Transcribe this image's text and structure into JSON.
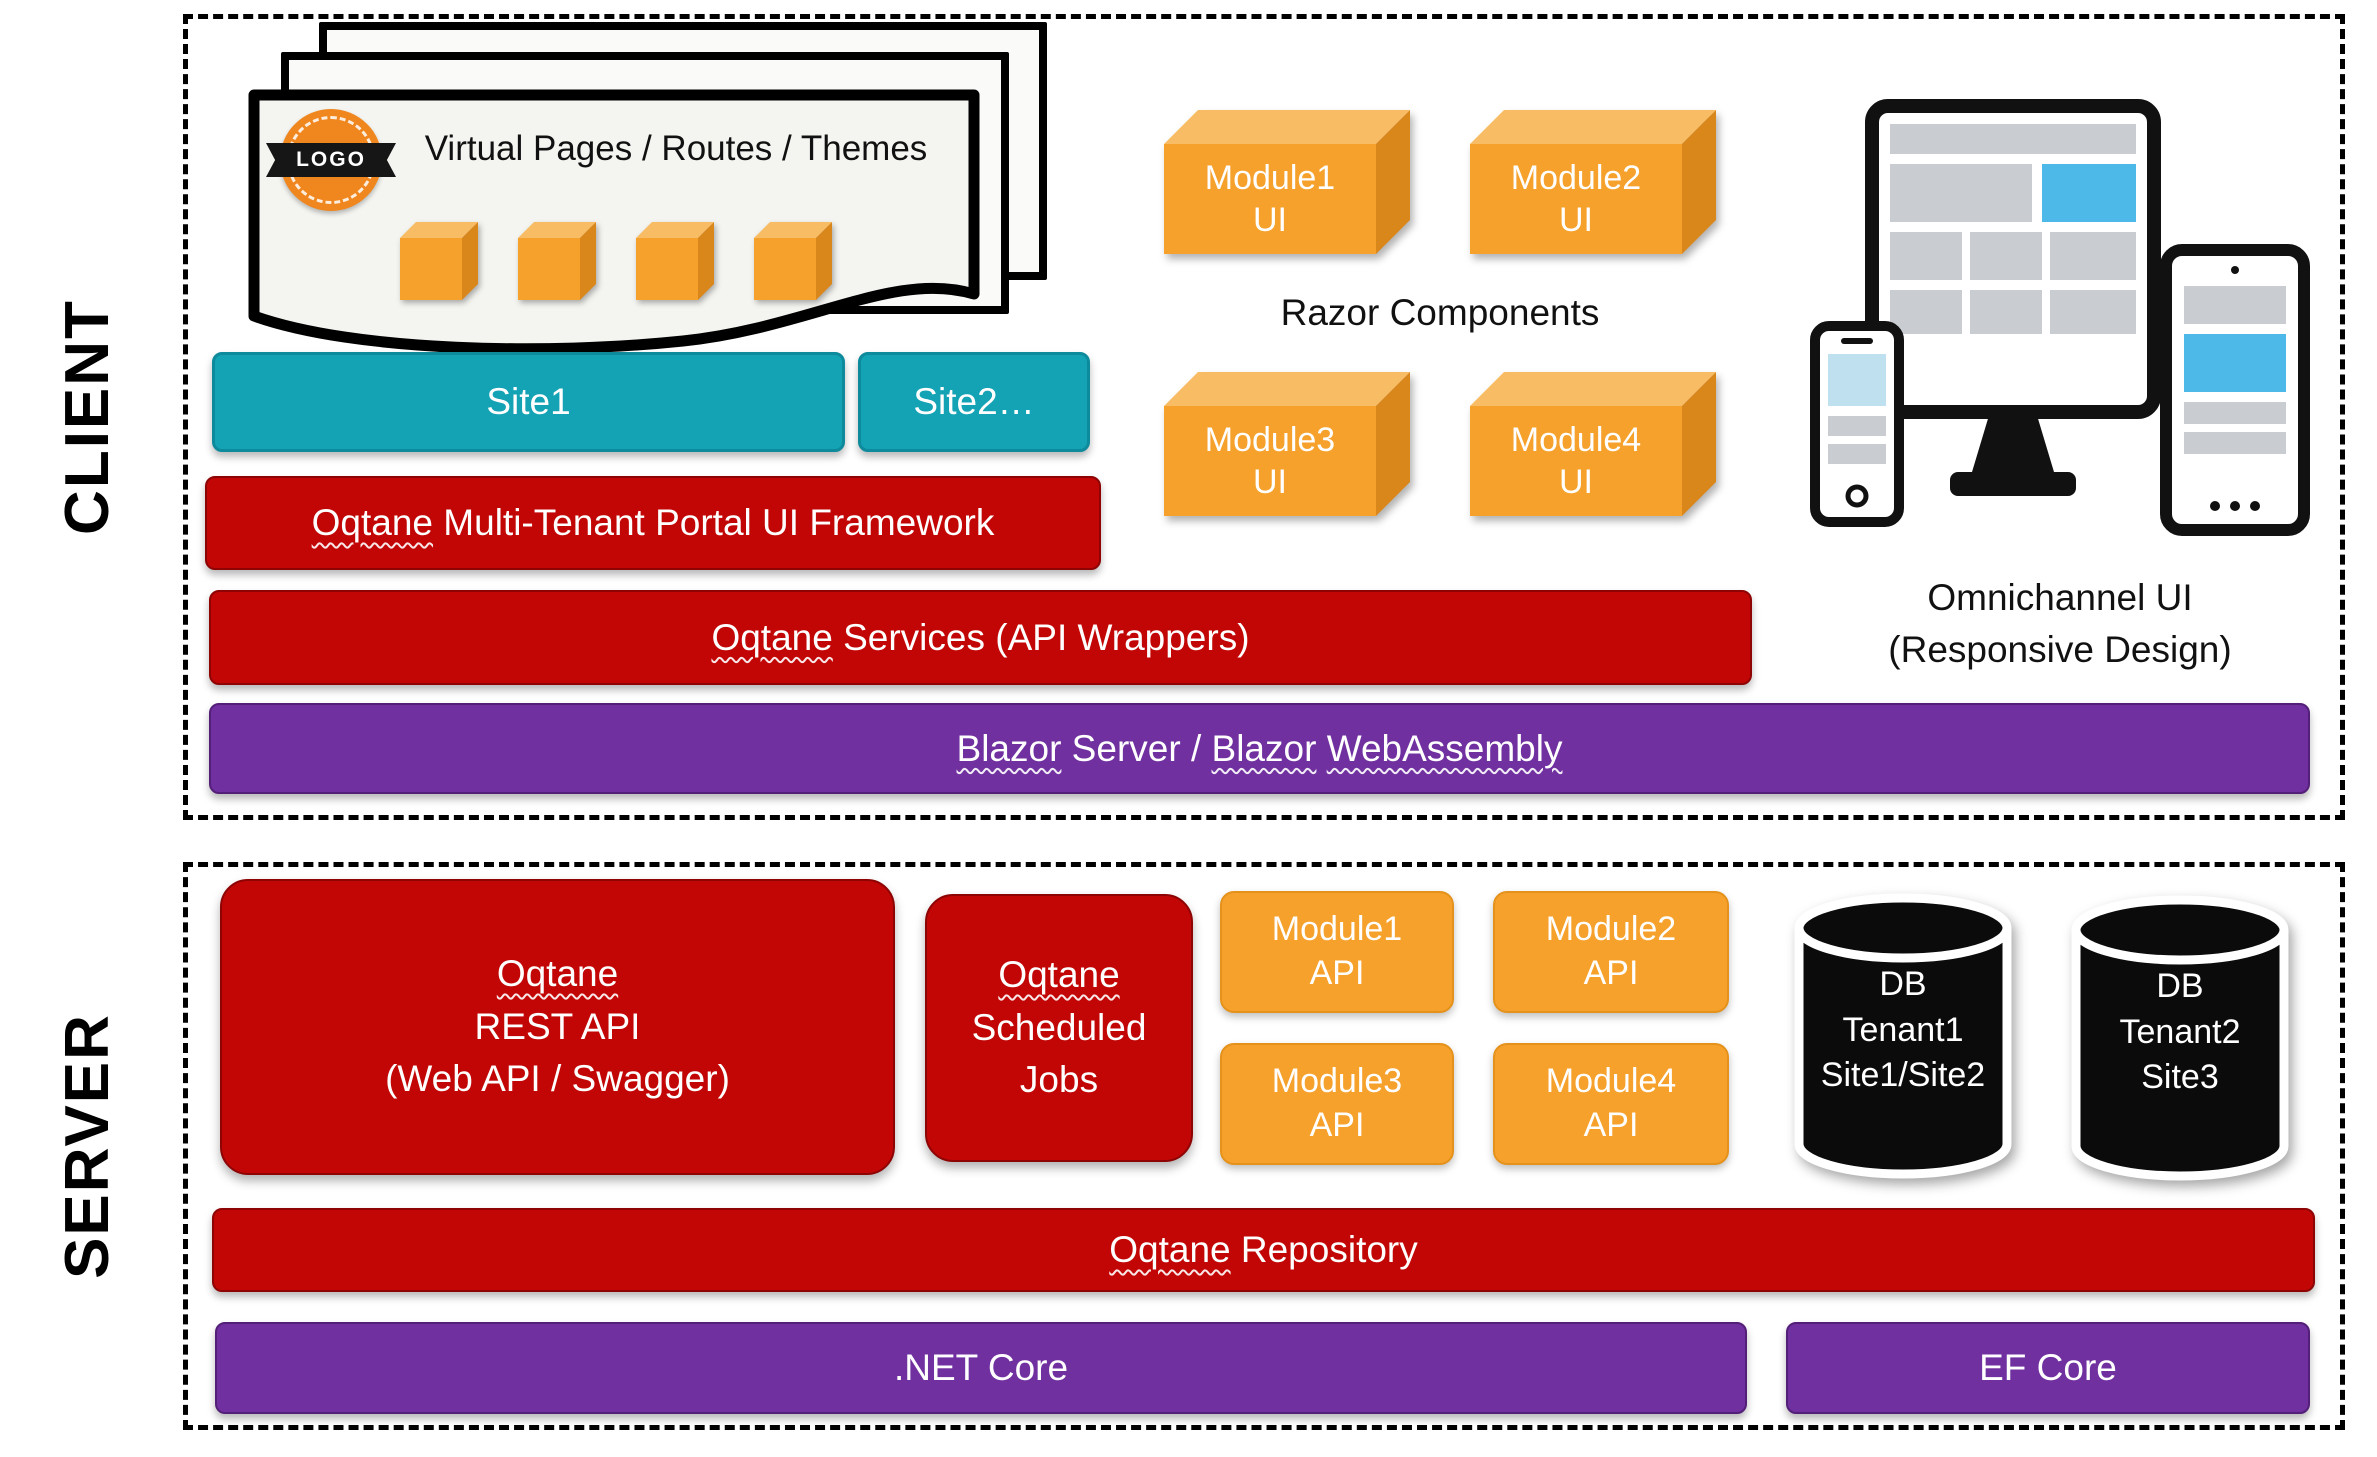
{
  "colors": {
    "red": "#C20606",
    "red_border": "#8E0404",
    "orange": "#F5A12B",
    "orange_top": "#F8BD64",
    "orange_side": "#D9861B",
    "teal": "#14A3B4",
    "purple": "#7030A0",
    "accent_blue": "#4DB9E8",
    "device_gray": "#C9CDD2"
  },
  "client": {
    "label": "CLIENT",
    "pages": {
      "logo_text": "LOGO",
      "title": "Virtual Pages / Routes / Themes"
    },
    "sites": [
      {
        "label": "Site1"
      },
      {
        "label": "Site2…"
      }
    ],
    "portal_bar": {
      "segments": [
        {
          "t": "Oqtane",
          "u": true
        },
        {
          "t": " Multi-Tenant Portal UI Framework"
        }
      ]
    },
    "services_bar": {
      "segments": [
        {
          "t": "Oqtane",
          "u": true
        },
        {
          "t": " Services (API Wrappers)"
        }
      ]
    },
    "blazor_bar": {
      "segments": [
        {
          "t": "Blazor",
          "u": true
        },
        {
          "t": " Server / "
        },
        {
          "t": "Blazor",
          "u": true
        },
        {
          "t": " "
        },
        {
          "t": "WebAssembly",
          "u": true
        }
      ]
    },
    "razor_label": "Razor Components",
    "module_ui": [
      {
        "line1": "Module1",
        "line2": "UI"
      },
      {
        "line1": "Module2",
        "line2": "UI"
      },
      {
        "line1": "Module3",
        "line2": "UI"
      },
      {
        "line1": "Module4",
        "line2": "UI"
      }
    ],
    "omnichannel": {
      "caption_line1": "Omnichannel UI",
      "caption_line2": "(Responsive Design)"
    }
  },
  "server": {
    "label": "SERVER",
    "rest_api": {
      "line1": [
        {
          "t": "Oqtane",
          "u": true
        }
      ],
      "line2": "REST API",
      "line3": "(Web API / Swagger)"
    },
    "scheduled_jobs": {
      "line1": [
        {
          "t": "Oqtane",
          "u": true
        }
      ],
      "line2": "Scheduled",
      "line3": "Jobs"
    },
    "module_api": [
      {
        "line1": "Module1",
        "line2": "API"
      },
      {
        "line1": "Module2",
        "line2": "API"
      },
      {
        "line1": "Module3",
        "line2": "API"
      },
      {
        "line1": "Module4",
        "line2": "API"
      }
    ],
    "dbs": [
      {
        "line1": "DB",
        "line2": "Tenant1",
        "line3": "Site1/Site2"
      },
      {
        "line1": "DB",
        "line2": "Tenant2",
        "line3": "Site3"
      }
    ],
    "repository_bar": {
      "segments": [
        {
          "t": "Oqtane",
          "u": true
        },
        {
          "t": " Repository"
        }
      ]
    },
    "runtime": [
      {
        "label": ".NET Core"
      },
      {
        "label": "EF Core"
      }
    ]
  }
}
